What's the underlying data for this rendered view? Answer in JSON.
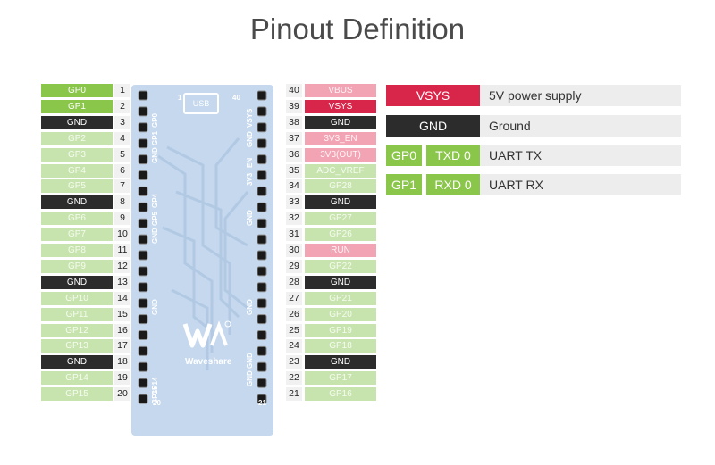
{
  "title": "Pinout Definition",
  "colors": {
    "green": "#8ac64a",
    "light_green": "#c8e4ae",
    "dark": "#2c2c2c",
    "pink": "#f3a4b4",
    "red": "#d8264a",
    "board": "#c5d8ee"
  },
  "left_pins": [
    {
      "label": "GP0",
      "num": "1",
      "type": "green"
    },
    {
      "label": "GP1",
      "num": "2",
      "type": "green"
    },
    {
      "label": "GND",
      "num": "3",
      "type": "dark"
    },
    {
      "label": "GP2",
      "num": "4",
      "type": "light_green"
    },
    {
      "label": "GP3",
      "num": "5",
      "type": "light_green"
    },
    {
      "label": "GP4",
      "num": "6",
      "type": "light_green"
    },
    {
      "label": "GP5",
      "num": "7",
      "type": "light_green"
    },
    {
      "label": "GND",
      "num": "8",
      "type": "dark"
    },
    {
      "label": "GP6",
      "num": "9",
      "type": "light_green"
    },
    {
      "label": "GP7",
      "num": "10",
      "type": "light_green"
    },
    {
      "label": "GP8",
      "num": "11",
      "type": "light_green"
    },
    {
      "label": "GP9",
      "num": "12",
      "type": "light_green"
    },
    {
      "label": "GND",
      "num": "13",
      "type": "dark"
    },
    {
      "label": "GP10",
      "num": "14",
      "type": "light_green"
    },
    {
      "label": "GP11",
      "num": "15",
      "type": "light_green"
    },
    {
      "label": "GP12",
      "num": "16",
      "type": "light_green"
    },
    {
      "label": "GP13",
      "num": "17",
      "type": "light_green"
    },
    {
      "label": "GND",
      "num": "18",
      "type": "dark"
    },
    {
      "label": "GP14",
      "num": "19",
      "type": "light_green"
    },
    {
      "label": "GP15",
      "num": "20",
      "type": "light_green"
    }
  ],
  "right_pins": [
    {
      "label": "VBUS",
      "num": "40",
      "type": "pink"
    },
    {
      "label": "VSYS",
      "num": "39",
      "type": "red"
    },
    {
      "label": "GND",
      "num": "38",
      "type": "dark"
    },
    {
      "label": "3V3_EN",
      "num": "37",
      "type": "pink"
    },
    {
      "label": "3V3(OUT)",
      "num": "36",
      "type": "pink"
    },
    {
      "label": "ADC_VREF",
      "num": "35",
      "type": "light_green"
    },
    {
      "label": "GP28",
      "num": "34",
      "type": "light_green"
    },
    {
      "label": "GND",
      "num": "33",
      "type": "dark"
    },
    {
      "label": "GP27",
      "num": "32",
      "type": "light_green"
    },
    {
      "label": "GP26",
      "num": "31",
      "type": "light_green"
    },
    {
      "label": "RUN",
      "num": "30",
      "type": "pink"
    },
    {
      "label": "GP22",
      "num": "29",
      "type": "light_green"
    },
    {
      "label": "GND",
      "num": "28",
      "type": "dark"
    },
    {
      "label": "GP21",
      "num": "27",
      "type": "light_green"
    },
    {
      "label": "GP20",
      "num": "26",
      "type": "light_green"
    },
    {
      "label": "GP19",
      "num": "25",
      "type": "light_green"
    },
    {
      "label": "GP18",
      "num": "24",
      "type": "light_green"
    },
    {
      "label": "GND",
      "num": "23",
      "type": "dark"
    },
    {
      "label": "GP17",
      "num": "22",
      "type": "light_green"
    },
    {
      "label": "GP16",
      "num": "21",
      "type": "light_green"
    }
  ],
  "board": {
    "usb_label": "USB",
    "brand": "Waveshare",
    "pin1": "1",
    "pin40": "40",
    "pin20": "20",
    "pin21": "21",
    "silk_left": [
      "GP0",
      "GP1",
      "GND",
      "GP4",
      "GP5",
      "GND",
      "GND",
      "GP15",
      "GP14"
    ],
    "silk_right": [
      "VSYS",
      "GND",
      "EN",
      "3V3",
      "GND",
      "GND",
      "GND",
      "GND"
    ]
  },
  "legend": [
    {
      "tags": [
        {
          "text": "VSYS",
          "type": "red"
        }
      ],
      "desc": "5V power supply"
    },
    {
      "tags": [
        {
          "text": "GND",
          "type": "dark"
        }
      ],
      "desc": "Ground"
    },
    {
      "tags": [
        {
          "text": "GP0",
          "type": "green"
        },
        {
          "text": "TXD 0",
          "type": "green"
        }
      ],
      "desc": "UART TX"
    },
    {
      "tags": [
        {
          "text": "GP1",
          "type": "green"
        },
        {
          "text": "RXD 0",
          "type": "green"
        }
      ],
      "desc": "UART RX"
    }
  ]
}
